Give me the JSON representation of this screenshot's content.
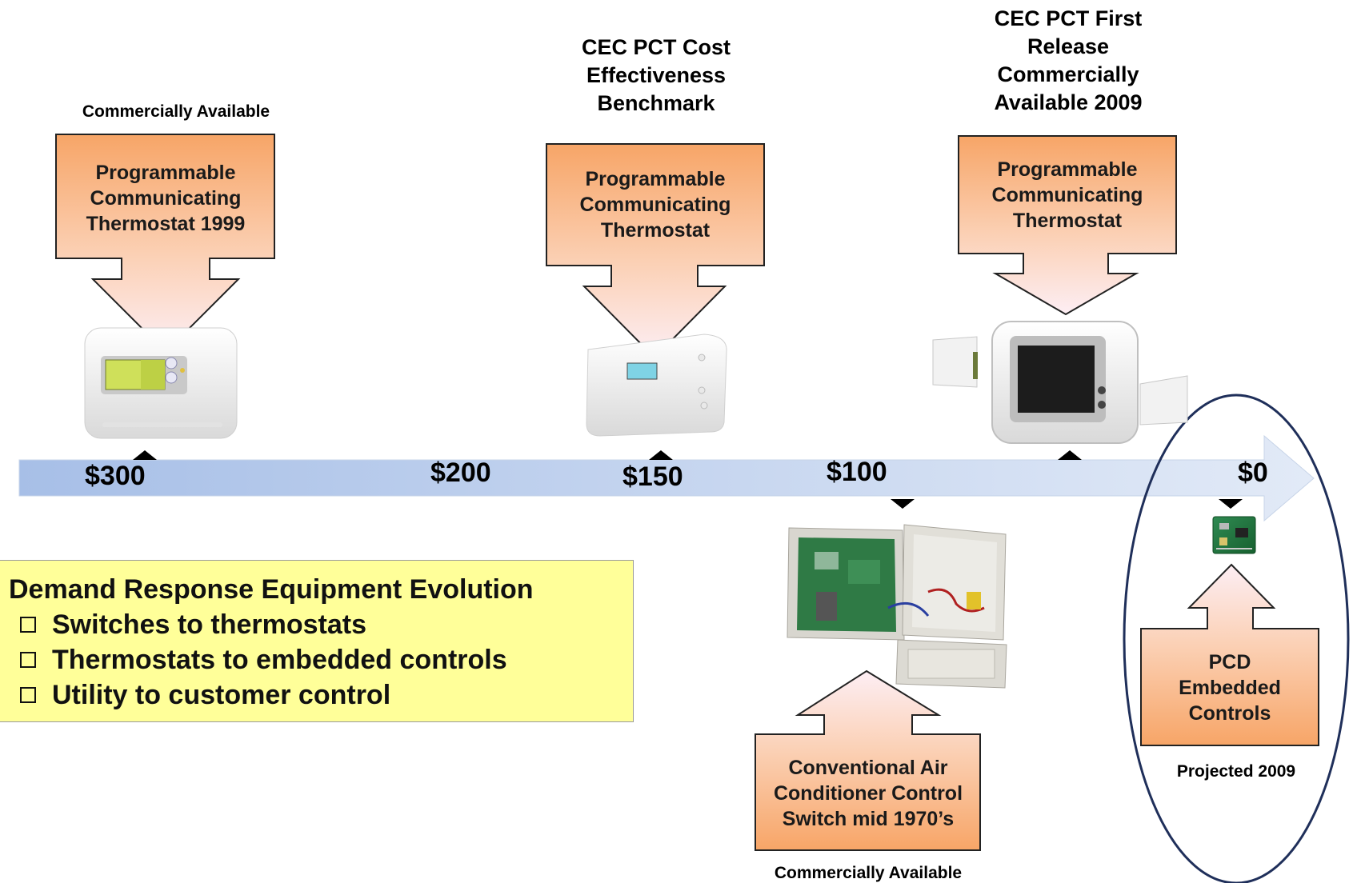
{
  "timeline": {
    "prices": [
      "$300",
      "$200",
      "$150",
      "$100",
      "$0"
    ]
  },
  "callouts": {
    "pct_1999": {
      "header": "Commercially Available",
      "body": [
        "Programmable",
        "Communicating",
        "Thermostat 1999"
      ]
    },
    "pct_benchmark": {
      "header": [
        "CEC PCT Cost",
        "Effectiveness",
        "Benchmark"
      ],
      "body": [
        "Programmable",
        "Communicating",
        "Thermostat"
      ]
    },
    "pct_first_release": {
      "header": [
        "CEC PCT First",
        "Release",
        "Commercially",
        "Available 2009"
      ],
      "body": [
        "Programmable",
        "Communicating",
        "Thermostat"
      ]
    },
    "ac_switch": {
      "body": [
        "Conventional Air",
        "Conditioner Control",
        "Switch mid 1970’s"
      ],
      "footer": "Commercially Available"
    },
    "pcd": {
      "body": [
        "PCD",
        "Embedded",
        "Controls"
      ],
      "footer": "Projected 2009"
    }
  },
  "summary": {
    "title": "Demand Response Equipment Evolution",
    "items": [
      "Switches to thermostats",
      "Thermostats to embedded controls",
      "Utility to customer control"
    ]
  },
  "colors": {
    "callout_top": "#f7a86a",
    "callout_bottom": "#fde8f0",
    "arrow_bar_left": "#a9c1e8",
    "arrow_bar_right": "#dde7f6",
    "summary_bg": "#ffff99",
    "ellipse": "#1f2f5a"
  }
}
